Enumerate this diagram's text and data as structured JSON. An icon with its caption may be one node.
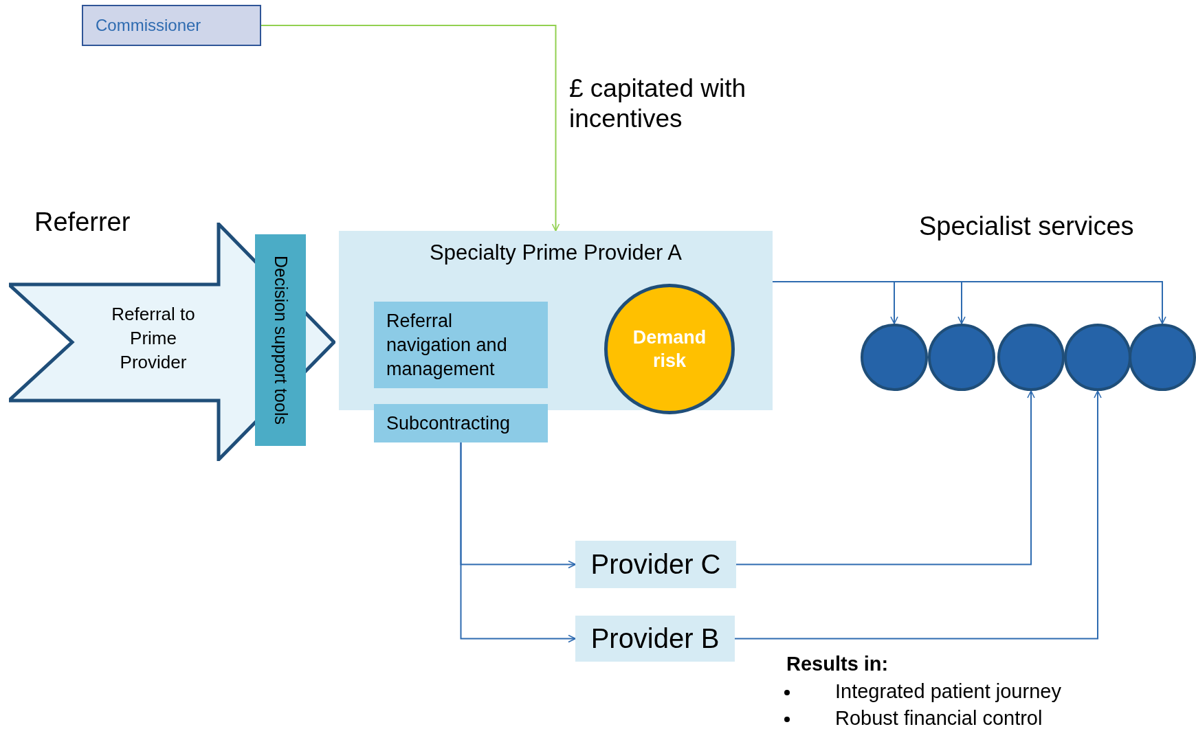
{
  "diagram": {
    "nodes": [
      {
        "text": [
          "Commissioner"
        ]
      },
      {
        "text": [
          "Referrer",
          "Referral to Prime Provider"
        ]
      },
      {
        "text": [
          "Decision support tools"
        ],
        "in": 1
      },
      {
        "text": [
          "Specialty Prime Provider A"
        ]
      },
      {
        "text": [
          "Referral navigation and management"
        ],
        "in": 3
      },
      {
        "text": [
          "Demand risk"
        ],
        "in": 3
      },
      {
        "text": [
          "Subcontracting"
        ]
      },
      {
        "text": [
          "Provider C"
        ]
      },
      {
        "text": [
          "Provider B"
        ]
      },
      {
        "text": [],
        "shape": "circle"
      },
      {
        "text": [],
        "shape": "circle"
      },
      {
        "text": [],
        "shape": "circle"
      },
      {
        "text": [],
        "shape": "circle"
      },
      {
        "text": [],
        "shape": "circle"
      }
    ],
    "edges": [
      {
        "from": 0,
        "to": 3,
        "arrow": "to",
        "label": "£ capitated with incentives",
        "color": "#92d050"
      },
      {
        "from": 3,
        "to": 9,
        "arrow": "to"
      },
      {
        "from": 3,
        "to": 10,
        "arrow": "to"
      },
      {
        "from": 3,
        "to": 13,
        "arrow": "to"
      },
      {
        "from": 6,
        "to": 7,
        "arrow": "to"
      },
      {
        "from": 6,
        "to": 8,
        "arrow": "to"
      },
      {
        "from": 7,
        "to": 11,
        "arrow": "to"
      },
      {
        "from": 8,
        "to": 12,
        "arrow": "to"
      }
    ],
    "labels": [
      "Specialist services",
      "Results in:",
      "Integrated patient journey",
      "Robust financial control"
    ]
  }
}
